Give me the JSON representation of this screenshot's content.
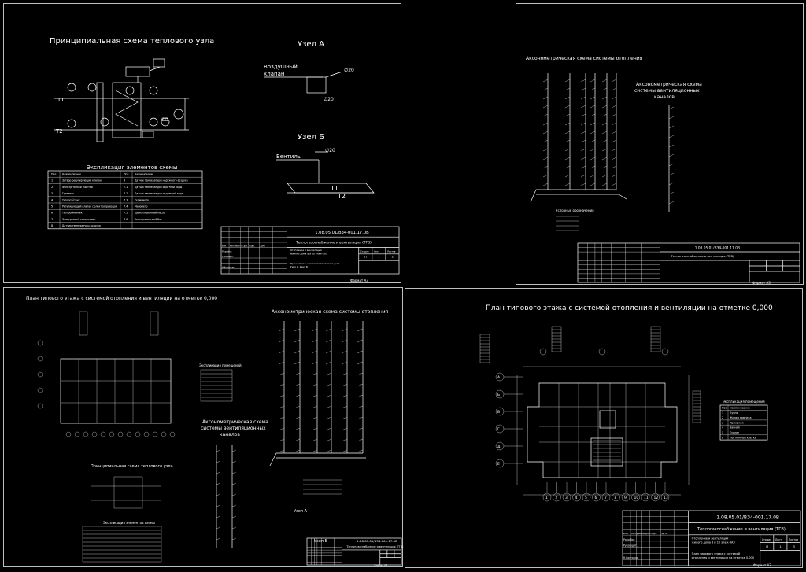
{
  "colors": {
    "background": "#000000",
    "lines": "#ffffff",
    "frame": "#bfbfbf"
  },
  "sheets": [
    {
      "title": "Принципиальная схема теплового узла",
      "node_a": "Узел А",
      "node_b": "Узел Б",
      "air_valve_1": "Воздушный",
      "air_valve_2": "клапан",
      "valve": "Вентиль",
      "d20": "∅20",
      "t1": "T1",
      "t2": "T2",
      "co": "CO",
      "legend_title": "Экспликация элементов схемы",
      "legend_head": [
        "Поз.",
        "Наименование",
        "Поз.",
        "Наименование"
      ],
      "legend_rows": [
        [
          "1",
          "Затвор-регулирующий клапан",
          "8",
          "Датчик температуры наружного воздуха"
        ],
        [
          "2",
          "Фильтр тонкой очистки",
          "7.1",
          "Датчик температуры обратной воды"
        ],
        [
          "3",
          "Грязевик",
          "7.2",
          "Датчик температуры подающей воды"
        ],
        [
          "4",
          "Теплосчётчик",
          "7.3",
          "Термометр"
        ],
        [
          "5",
          "Регулирующий клапан с электроприводом",
          "7.4",
          "Манометр"
        ],
        [
          "6",
          "Теплообменник",
          "7.5",
          "Циркуляционный насос"
        ],
        [
          "7",
          "Электронный контроллер",
          "7.6",
          "Расширительный бак"
        ],
        [
          "8",
          "Датчик температуры воздуха",
          "",
          ""
        ]
      ],
      "code": "1.08.05.01/ВЗ4-001.17.0В",
      "project": "Теплогазоснабжение и вентиляция (ТГВ)",
      "desc1": "Отопление и вентиляция",
      "desc2": "жилого дома 8 и 10 этаж-ЗАЗ",
      "desc3": "Принципиальная схема теплового узла.",
      "desc4": "Узел А, Узел Б",
      "stage_head": [
        "Стадия",
        "Лист",
        "Листов"
      ],
      "stage_vals": [
        "П",
        "1",
        "3"
      ],
      "roles": [
        "Разработ.",
        "Руководит.",
        "Н.Контроль"
      ],
      "cols": [
        "Изм.",
        "Кол.уч.",
        "Лист",
        "№ док.",
        "Подп.",
        "Дата"
      ],
      "format": "Формат А3"
    },
    {
      "title": "Аксонометрическая схема системы отопления",
      "vent_title_1": "Аксонометрическая схема",
      "vent_title_2": "системы вентиляционных",
      "vent_title_3": "каналов",
      "notes": "Условные обозначения",
      "code": "1.08.05.01/ВЗ4-001.17.0В",
      "project": "Теплогазоснабжение и вентиляция (ТГВ)",
      "format": "Формат А3"
    },
    {
      "title": "План типового этажа с системой отопления и вентиляции на отметке 0,000",
      "axo_title": "Аксонометрическая схема системы отопления",
      "vent_title_1": "Аксонометрическая схема",
      "vent_title_2": "системы вентиляционных",
      "vent_title_3": "каналов",
      "heat_node": "Принципиальная схема теплового узла",
      "legend_title": "Экспликация элементов схемы",
      "rooms_title": "Экспликация помещений",
      "node_a": "Узел А",
      "node_b": "Узел Б",
      "code": "1.08.05.01/ВЗ4-001.17.0В",
      "project": "Теплогазоснабжение и вентиляция (ТГВ)",
      "format": "Формат А3"
    },
    {
      "title": "План типового этажа с системой отопления и вентиляции на отметке 0,000",
      "rooms_title": "Экспликация помещений",
      "rooms_head": [
        "Поз.",
        "Наименование"
      ],
      "rooms": [
        [
          "1",
          "Кухня"
        ],
        [
          "2",
          "Жилая комната"
        ],
        [
          "3",
          "Прихожая"
        ],
        [
          "4",
          "Ванная"
        ],
        [
          "5",
          "Туалет"
        ],
        [
          "6",
          "Лестничная клетка"
        ]
      ],
      "axes_bottom": [
        "1",
        "2",
        "3",
        "4",
        "5",
        "6",
        "7",
        "8",
        "9",
        "10",
        "11",
        "12",
        "13"
      ],
      "axes_left": [
        "А",
        "Б",
        "В",
        "Г",
        "Д",
        "Е"
      ],
      "code": "1.08.05.01/ВЗ4-001.17.0В",
      "project": "Теплогазоснабжение и вентиляция (ТГВ)",
      "desc1": "Отопление и вентиляция",
      "desc2": "жилого дома 8 и 10 этаж-ЗАЗ",
      "desc3": "План типового этажа с системой",
      "desc4": "отопления и вентиляции на отметке 0,000",
      "stage_head": [
        "Стадия",
        "Лист",
        "Листов"
      ],
      "stage_vals": [
        "П",
        "1",
        "3"
      ],
      "roles": [
        "Разработ.",
        "Руководит.",
        "Н.Контроль"
      ],
      "cols": [
        "Изм.",
        "Кол.уч.",
        "Лист",
        "№ док.",
        "Подп.",
        "Дата"
      ],
      "format": "Формат А3"
    }
  ]
}
